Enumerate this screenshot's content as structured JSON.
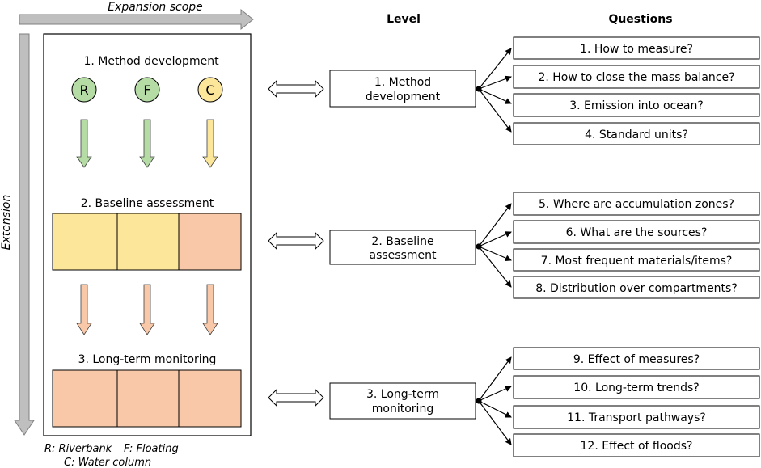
{
  "axes": {
    "horizontal_label": "Expansion scope",
    "vertical_label": "Extension"
  },
  "left_panel": {
    "stage1": {
      "title": "1. Method development",
      "circles": [
        "R",
        "F",
        "C"
      ]
    },
    "stage2": {
      "title": "2. Baseline assessment"
    },
    "stage3": {
      "title": "3. Long-term monitoring"
    },
    "legend_line1": "R: Riverbank – F: Floating",
    "legend_line2": "C: Water column"
  },
  "headers": {
    "level": "Level",
    "questions": "Questions"
  },
  "levels": [
    {
      "line1": "1. Method",
      "line2": "development"
    },
    {
      "line1": "2. Baseline",
      "line2": "assessment"
    },
    {
      "line1": "3. Long-term",
      "line2": "monitoring"
    }
  ],
  "questions": [
    "1. How to measure?",
    "2. How to close the mass balance?",
    "3. Emission into ocean?",
    "4. Standard units?",
    "5. Where are accumulation zones?",
    "6. What are the sources?",
    "7. Most frequent materials/items?",
    "8. Distribution over compartments?",
    "9. Effect of measures?",
    "10. Long-term trends?",
    "11. Transport pathways?",
    "12. Effect of floods?"
  ],
  "colors": {
    "green": "#b5dca5",
    "yellow": "#fbe69a",
    "salmon": "#f9c8a8",
    "arrow_gray": "#bfbfbf"
  }
}
